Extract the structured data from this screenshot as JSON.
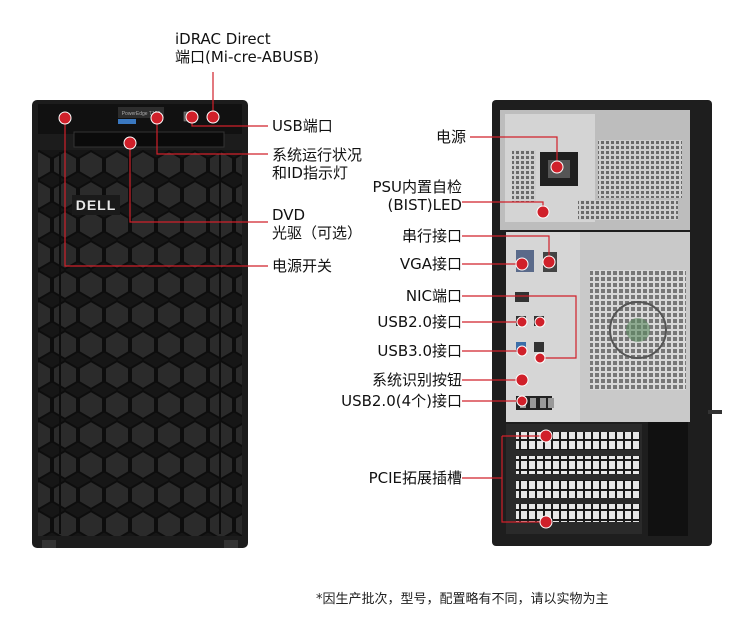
{
  "front": {
    "model_badge": "PowerEdge T150",
    "brand": "DELL",
    "callouts": {
      "idrac": [
        "iDRAC Direct",
        "端口(Mi-cre-ABUSB)"
      ],
      "usb": [
        "USB端口"
      ],
      "status": [
        "系统运行状况",
        "和ID指示灯"
      ],
      "dvd": [
        "DVD",
        "光驱（可选）"
      ],
      "power": [
        "电源开关"
      ]
    }
  },
  "rear": {
    "callouts": {
      "psu": "电源",
      "bist": [
        "PSU内置自检",
        "(BIST)LED"
      ],
      "serial": "串行接口",
      "vga": "VGA接口",
      "nic": "NIC端口",
      "usb20a": "USB2.0接口",
      "usb30": "USB3.0接口",
      "sysid": "系统识别按钮",
      "usb20x4": "USB2.0(4个)接口",
      "pcie": "PCIE拓展插槽"
    }
  },
  "footnote": "*因生产批次，型号，配置略有不同，请以实物为主",
  "colors": {
    "callout": "#d0202a",
    "chassis": "#1c1c1c",
    "bezel": "#2a2a2a"
  }
}
